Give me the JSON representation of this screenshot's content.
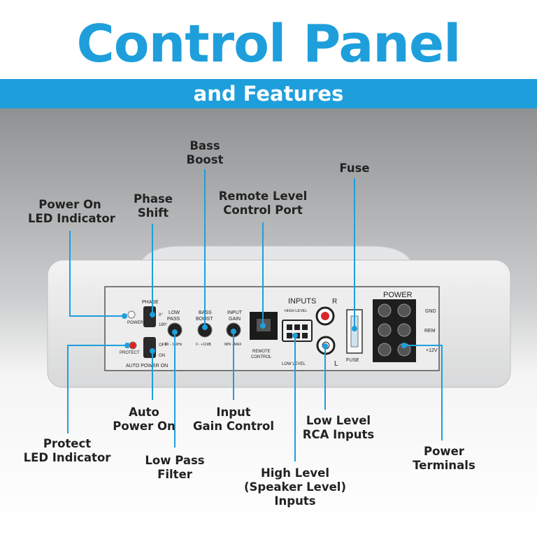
{
  "header": {
    "title": "Control Panel",
    "subtitle": "and Features"
  },
  "callouts": {
    "power_on_led": [
      "Power On",
      "LED Indicator"
    ],
    "phase_shift": [
      "Phase",
      "Shift"
    ],
    "bass_boost": [
      "Bass",
      "Boost"
    ],
    "remote_port": [
      "Remote Level",
      "Control Port"
    ],
    "fuse": "Fuse",
    "protect_led": [
      "Protect",
      "LED Indicator"
    ],
    "auto_power": [
      "Auto",
      "Power On"
    ],
    "low_pass": [
      "Low Pass",
      "Filter"
    ],
    "input_gain": [
      "Input",
      "Gain Control"
    ],
    "high_level": [
      "High Level",
      "(Speaker Level)",
      "Inputs"
    ],
    "low_level": [
      "Low Level",
      "RCA Inputs"
    ],
    "power_terminals": [
      "Power",
      "Terminals"
    ]
  },
  "panel": {
    "power": "POWER",
    "protect": "PROTECT",
    "phase": "PHASE",
    "phase_0": "0°",
    "phase_180": "180°",
    "off": "OFF",
    "on": "ON",
    "auto_power_on": "AUTO POWER ON",
    "low_pass": [
      "LOW",
      "PASS"
    ],
    "low_pass_range": "80 - 150Hz",
    "bass_boost": [
      "BASS",
      "BOOST"
    ],
    "bass_boost_range": "0 - +12dB",
    "input_gain": [
      "INPUT",
      "GAIN"
    ],
    "input_gain_range": "MIN - MAX",
    "remote": [
      "REMOTE",
      "CONTROL"
    ],
    "inputs": "INPUTS",
    "high_level": "HIGH LEVEL",
    "low_level": "LOW LEVEL",
    "r": "R",
    "l": "L",
    "fuse": "FUSE",
    "power_block": "POWER",
    "gnd": "GND",
    "rem": "REM",
    "v12": "+12V"
  },
  "colors": {
    "accent": "#1e9fdc",
    "led_protect": "#e02020",
    "rca_red": "#d9262c"
  }
}
